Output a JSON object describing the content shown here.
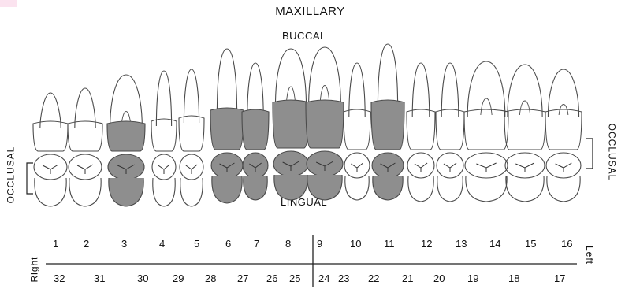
{
  "header": {
    "title": "MAXILLARY",
    "top_surface": "BUCCAL",
    "bottom_surface": "LINGUAL"
  },
  "side_labels": {
    "left_occlusal": "OCCLUSAL",
    "right_occlusal": "OCCLUSAL",
    "right": "Right",
    "left": "Left"
  },
  "numbering": {
    "upper": [
      "1",
      "2",
      "3",
      "4",
      "5",
      "6",
      "7",
      "8",
      "9",
      "10",
      "11",
      "12",
      "13",
      "14",
      "15",
      "16"
    ],
    "lower": [
      "32",
      "31",
      "30",
      "29",
      "28",
      "27",
      "26",
      "25",
      "24",
      "23",
      "22",
      "21",
      "20",
      "19",
      "18",
      "17"
    ]
  },
  "shaded_teeth": [
    "3",
    "6",
    "7",
    "8",
    "9",
    "11"
  ],
  "colors": {
    "outline": "#4a4a4a",
    "shade": "#8e8e8e",
    "accent": "#fbe3ef"
  }
}
